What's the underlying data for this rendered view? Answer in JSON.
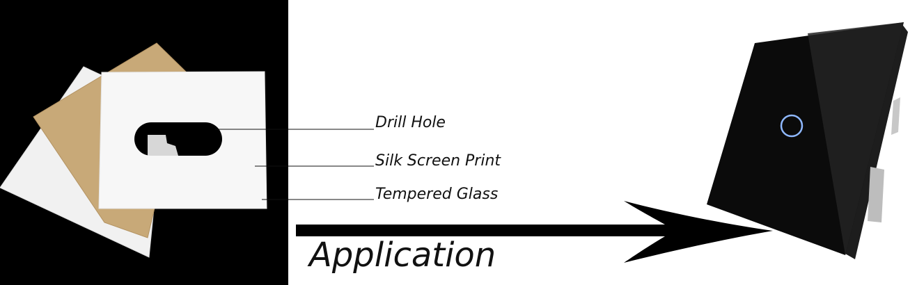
{
  "labels": {
    "drill_hole": "Drill Hole",
    "silk_screen_print": "Silk Screen Print",
    "tempered_glass": "Tempered Glass"
  },
  "caption": "Application",
  "colors": {
    "background_left": "#000000",
    "glass_white": "#f4f4f4",
    "glass_gold": "#c8a978",
    "switch_black": "#0b0b0b",
    "touch_ring": "#8fb8ff",
    "text": "#111111"
  }
}
